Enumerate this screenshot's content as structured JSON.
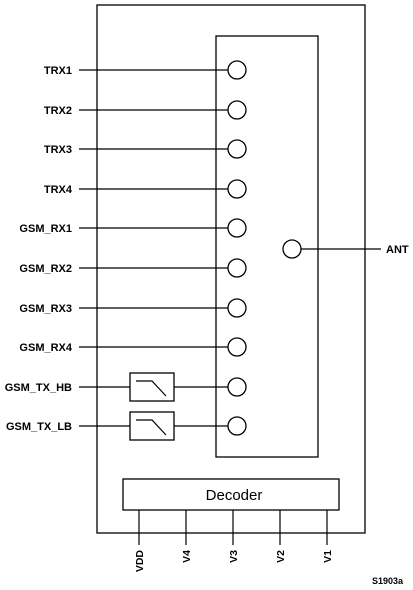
{
  "diagram": {
    "input_ports": [
      {
        "label": "TRX1",
        "filter": "none"
      },
      {
        "label": "TRX2",
        "filter": "none"
      },
      {
        "label": "TRX3",
        "filter": "none"
      },
      {
        "label": "TRX4",
        "filter": "none"
      },
      {
        "label": "GSM_RX1",
        "filter": "none"
      },
      {
        "label": "GSM_RX2",
        "filter": "none"
      },
      {
        "label": "GSM_RX3",
        "filter": "none"
      },
      {
        "label": "GSM_RX4",
        "filter": "none"
      },
      {
        "label": "GSM_TX_HB",
        "filter": "low-pass"
      },
      {
        "label": "GSM_TX_LB",
        "filter": "low-pass"
      }
    ],
    "antenna_label": "ANT",
    "decoder_label": "Decoder",
    "control_pins": [
      "VDD",
      "V4",
      "V3",
      "V2",
      "V1"
    ],
    "figure_ref": "S1903a",
    "colors": {
      "stroke": "#000000",
      "background": "#ffffff"
    }
  }
}
